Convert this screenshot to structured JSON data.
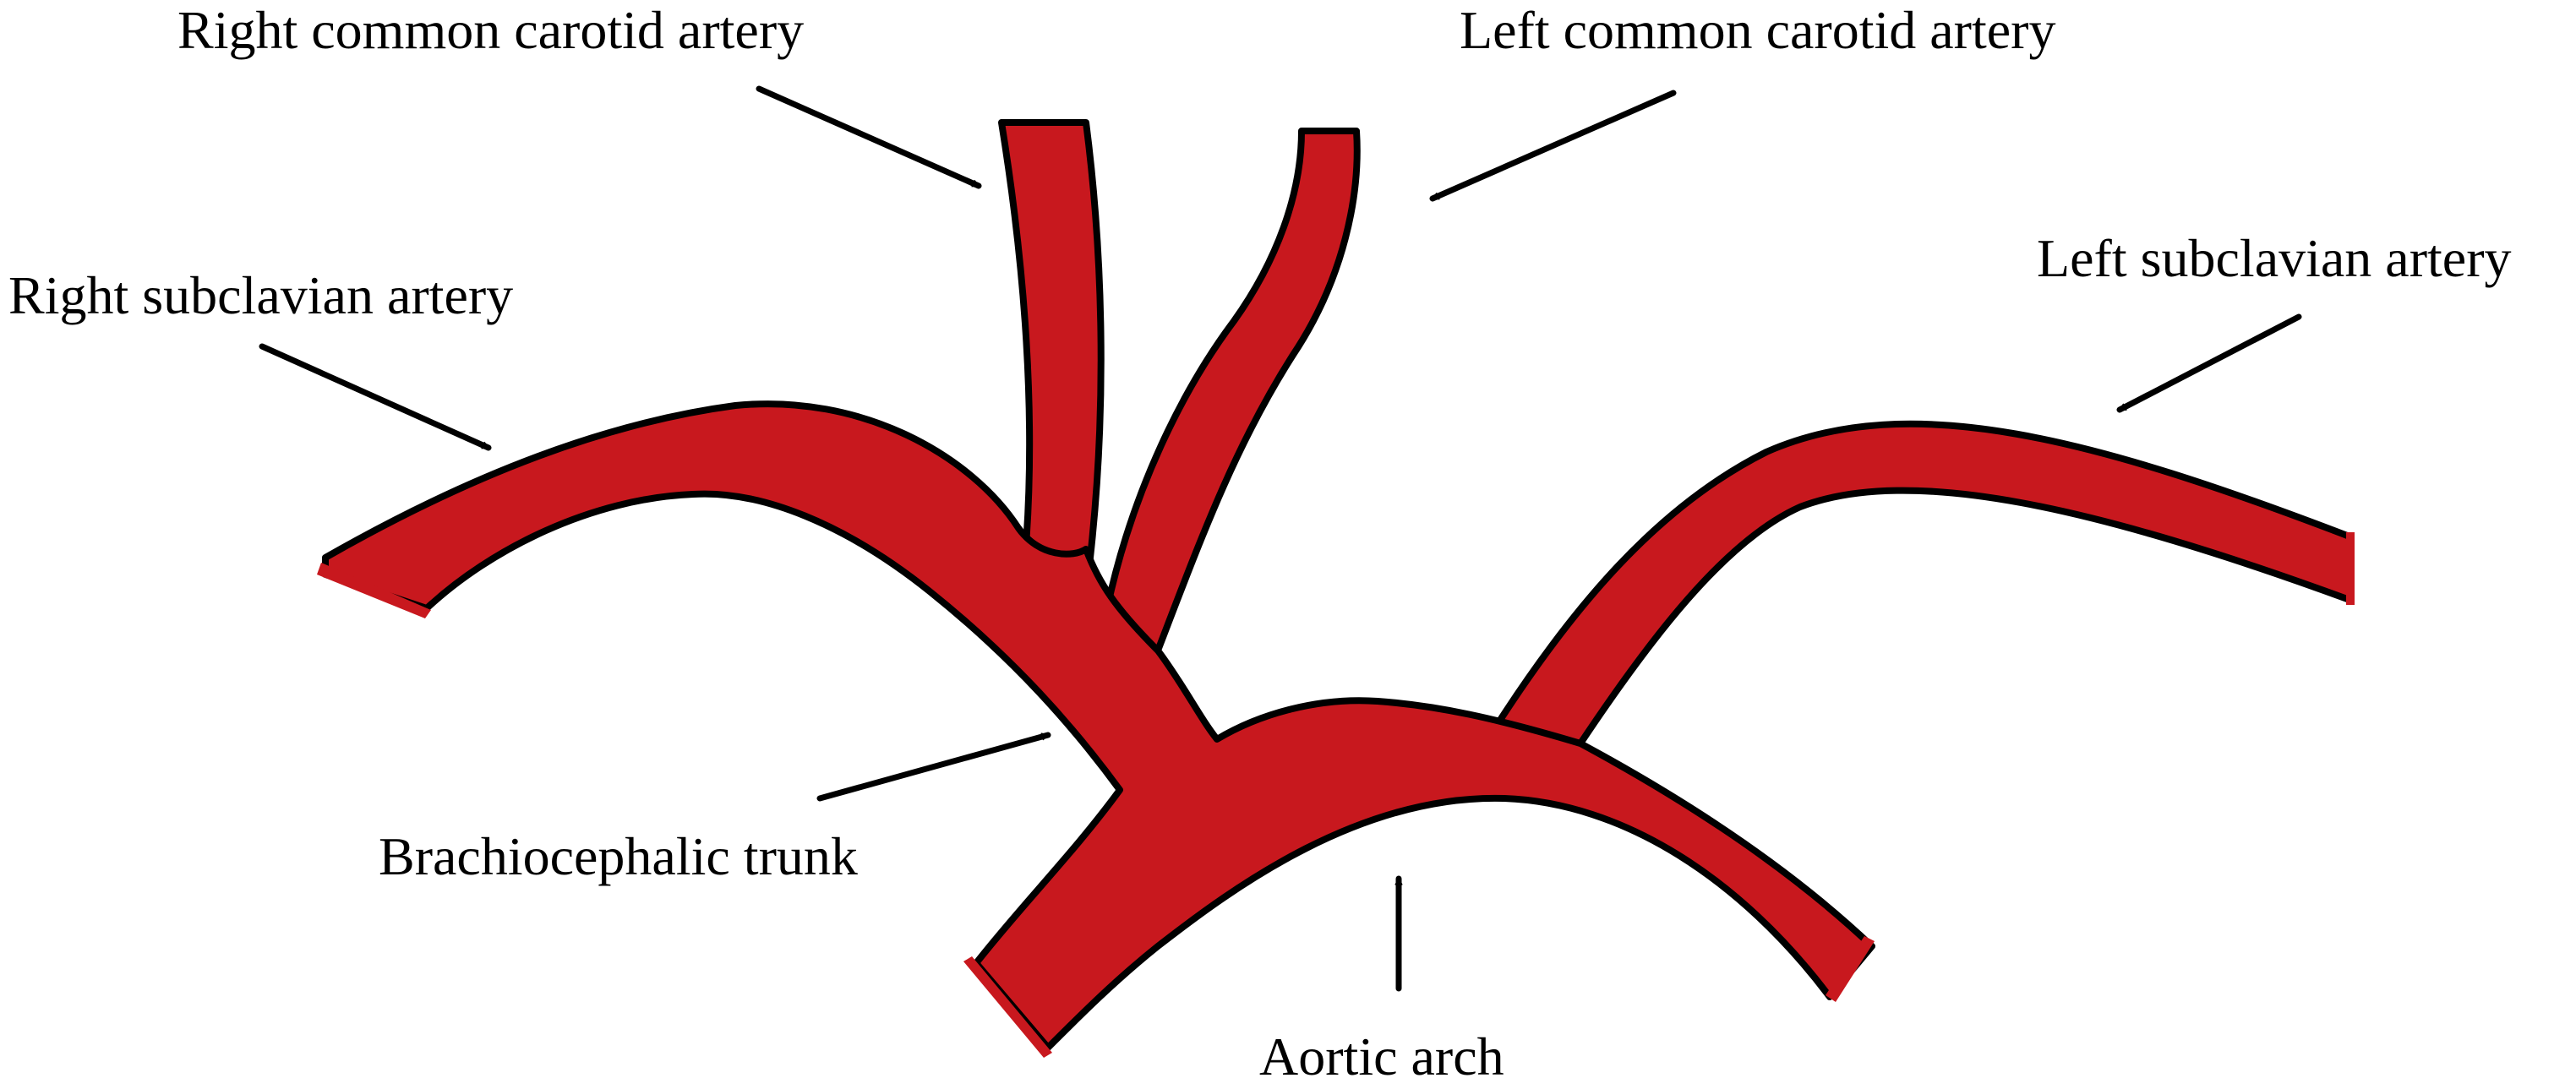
{
  "colors": {
    "vessel_fill": "#c8181e",
    "outline": "#000000",
    "background": "#ffffff"
  },
  "labels": {
    "right_common_carotid": "Right common carotid artery",
    "left_common_carotid": "Left common carotid artery",
    "right_subclavian": "Right subclavian artery",
    "left_subclavian": "Left subclavian artery",
    "brachiocephalic_trunk": "Brachiocephalic trunk",
    "aortic_arch": "Aortic arch"
  }
}
